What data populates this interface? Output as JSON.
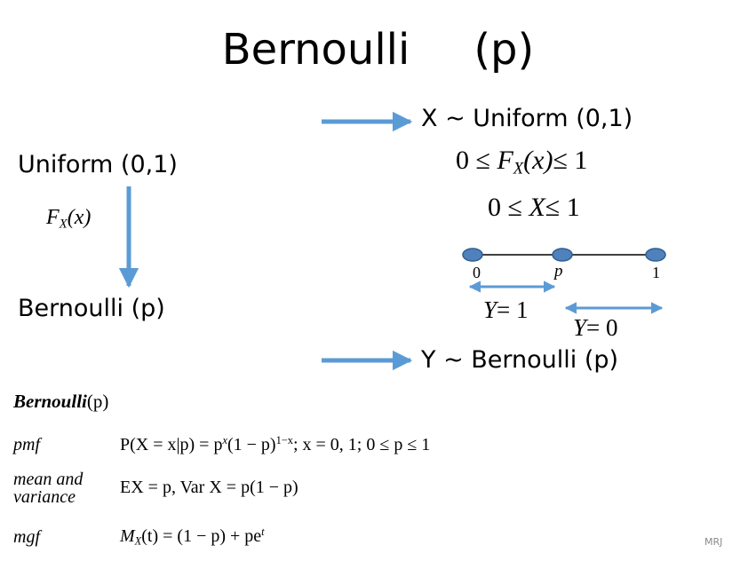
{
  "slide": {
    "title": {
      "part1": "Bernoulli",
      "part2": "(p)"
    },
    "left": {
      "uniform_label": "Uniform   (0,1)",
      "transform_label": {
        "F": "F",
        "sub": "X",
        "arg": "(x)"
      },
      "bernoulli_label": "Bernoulli (p)"
    },
    "right": {
      "uniform_label": "X  ~ Uniform (0,1)",
      "ineq_fx": {
        "left": "0 ≤  ",
        "F": "F",
        "sub": "X",
        "arg": "(x)",
        "right": "≤ 1"
      },
      "ineq_x": {
        "left": "0 ≤  ",
        "var": "X",
        "right": "≤ 1"
      },
      "bernoulli_label": "Y ~ Bernoulli (p)"
    },
    "number_line": {
      "tick_labels": [
        "0",
        "p",
        "1"
      ],
      "y_eq_1": {
        "var": "Y",
        "rest": "=  1"
      },
      "y_eq_0": {
        "var": "Y",
        "rest": "=  0"
      }
    },
    "reference": {
      "title": {
        "name": "Bernoulli",
        "arg": "(p)"
      },
      "pmf": {
        "label": "pmf",
        "expr_start": "P(X = x|p) = p",
        "exp1": "x",
        "expr_mid": "(1 − p)",
        "exp2": "1−x",
        "expr_end": ";    x = 0, 1;    0 ≤ p ≤ 1"
      },
      "mean_variance": {
        "label": "mean and variance",
        "expr": "EX = p,    Var X = p(1 − p)"
      },
      "mgf": {
        "label": "mgf",
        "expr_start": "M",
        "sub": "X",
        "expr_mid": "(t) = (1 − p) + pe",
        "exp": "t"
      }
    },
    "footer": {
      "tag": "MRJ"
    },
    "colors": {
      "arrow": "#5b9bd5",
      "node_fill": "#4f81bd",
      "node_stroke": "#2f5f8f",
      "line": "#000000",
      "text": "#000000",
      "footer": "#8a8a8a"
    }
  }
}
